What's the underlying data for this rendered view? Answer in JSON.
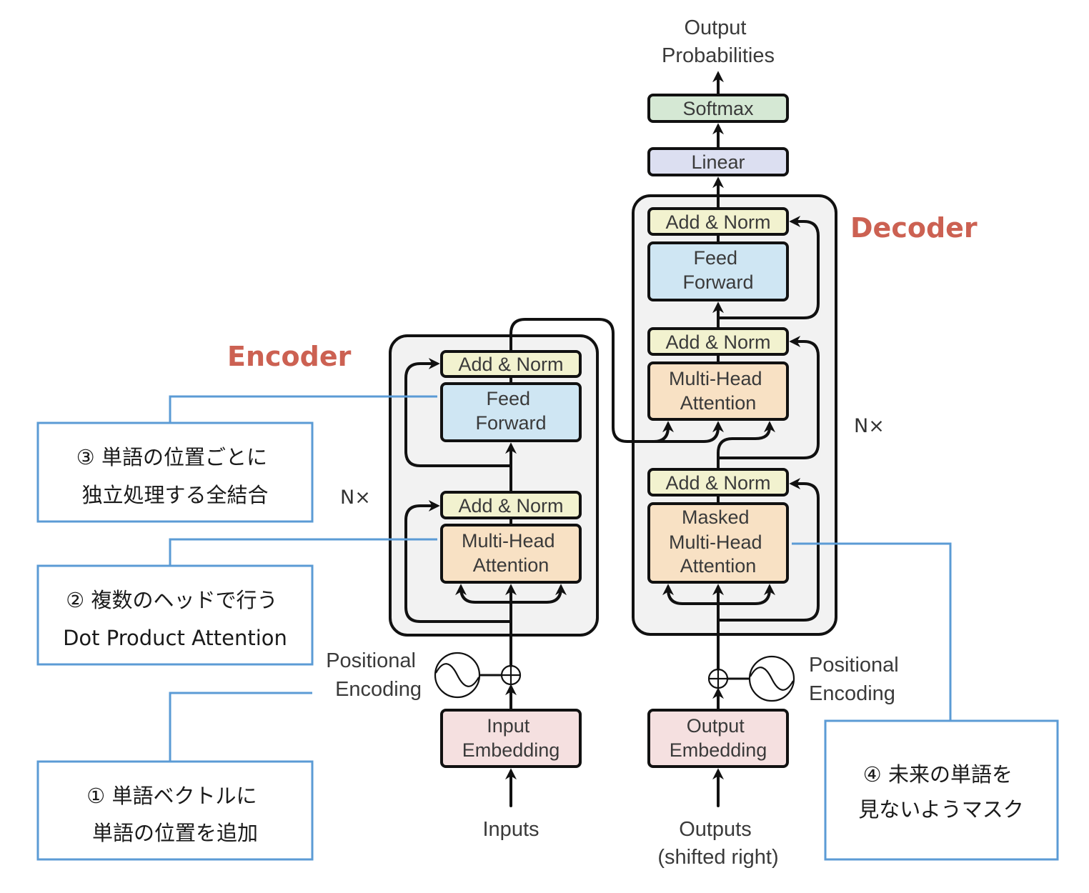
{
  "diagram": {
    "output_probabilities": [
      "Output",
      "Probabilities"
    ],
    "softmax": "Softmax",
    "linear": "Linear",
    "encoder_label": "Encoder",
    "decoder_label": "Decoder",
    "encoder_repeat": "N×",
    "decoder_repeat": "N×",
    "encoder": {
      "add_norm_top": "Add & Norm",
      "feed_forward": [
        "Feed",
        "Forward"
      ],
      "add_norm_bottom": "Add & Norm",
      "multi_head_attention": [
        "Multi-Head",
        "Attention"
      ]
    },
    "decoder": {
      "add_norm_top": "Add & Norm",
      "feed_forward": [
        "Feed",
        "Forward"
      ],
      "add_norm_mid": "Add & Norm",
      "multi_head_attention": [
        "Multi-Head",
        "Attention"
      ],
      "add_norm_bottom": "Add & Norm",
      "masked_multi_head_attention": [
        "Masked",
        "Multi-Head",
        "Attention"
      ]
    },
    "input_embedding": [
      "Input",
      "Embedding"
    ],
    "output_embedding": [
      "Output",
      "Embedding"
    ],
    "positional_encoding_left": [
      "Positional",
      "Encoding"
    ],
    "positional_encoding_right": [
      "Positional",
      "Encoding"
    ],
    "inputs": "Inputs",
    "outputs": [
      "Outputs",
      "(shifted right)"
    ]
  },
  "annotations": [
    {
      "lines": [
        "① 単語ベクトルに",
        "単語の位置を追加"
      ]
    },
    {
      "lines": [
        "② 複数のヘッドで行う",
        "Dot Product Attention"
      ]
    },
    {
      "lines": [
        "③ 単語の位置ごとに",
        "独立処理する全結合"
      ]
    },
    {
      "lines": [
        "④ 未来の単語を",
        "見ないようマスク"
      ]
    }
  ],
  "colors": {
    "add_norm": "#f2f2cf",
    "feed_forward": "#cfe6f3",
    "attention": "#f8e1c4",
    "embedding": "#f5e0e0",
    "linear": "#dcdff1",
    "softmax": "#d5e8d4",
    "block_bg": "#f2f2f2",
    "title_accent": "#cc6152",
    "callout_border": "#5b9bd5"
  }
}
